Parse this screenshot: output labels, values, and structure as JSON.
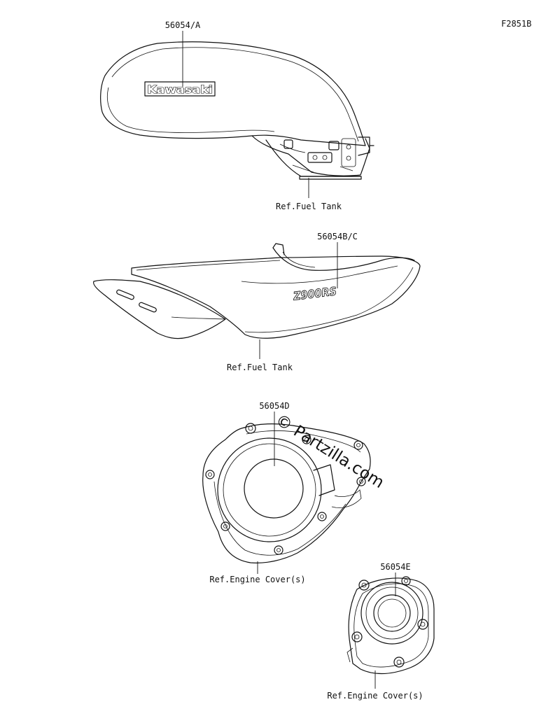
{
  "figure_code": "F2851B",
  "parts": [
    {
      "part_number": "56054/A",
      "logo_text": "Kawasaki",
      "reference": "Ref.Fuel Tank"
    },
    {
      "part_number": "56054B/C",
      "logo_text": "Z900RS",
      "reference": "Ref.Fuel Tank"
    },
    {
      "part_number": "56054D",
      "reference": "Ref.Engine Cover(s)"
    },
    {
      "part_number": "56054E",
      "reference": "Ref.Engine Cover(s)"
    }
  ],
  "watermark": "© Partzilla.com",
  "colors": {
    "line": "#111111",
    "background": "#ffffff"
  }
}
